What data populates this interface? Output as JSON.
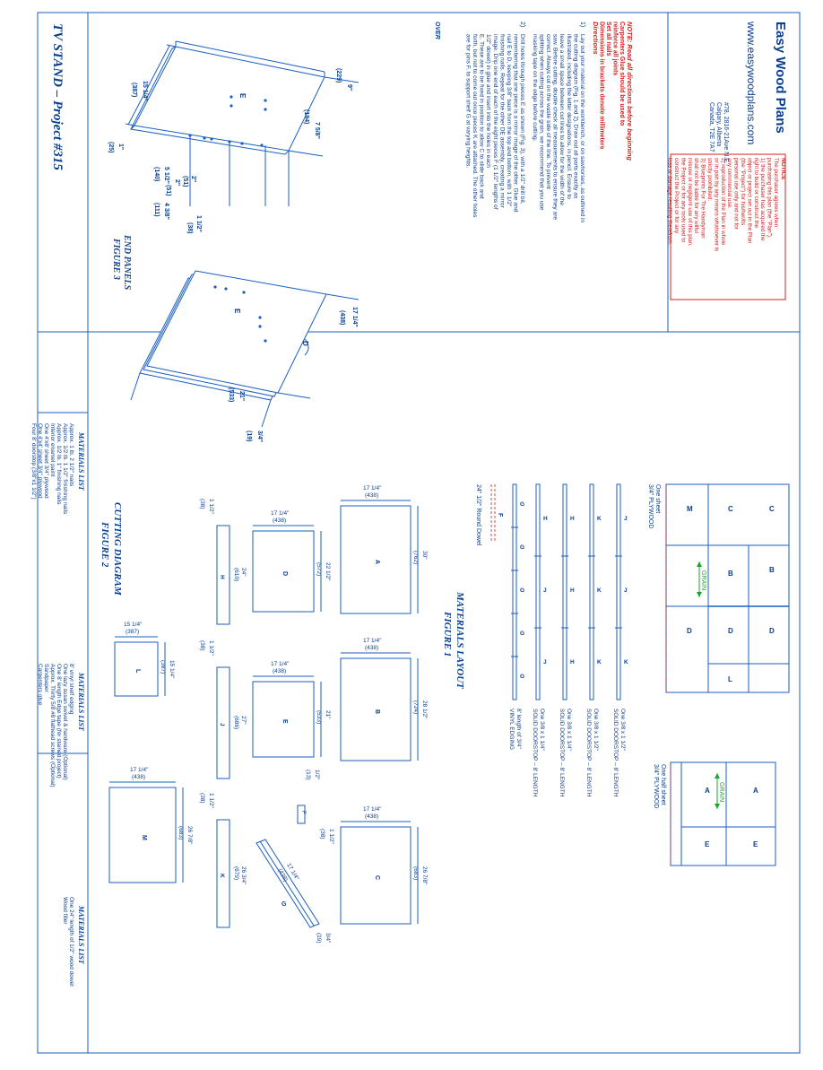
{
  "brand": {
    "name": "Easy Wood Plans",
    "url": "www.easywoodplans.com",
    "address": [
      "#78, 2816-21Ave N.E.",
      "Calgary, Alberta",
      "Canada, T2E 7A7"
    ]
  },
  "notice": {
    "title": "NOTICE",
    "lines": [
      "The purchaser agrees when",
      "purchasing this plan (the \"Plan\"),",
      "1) the purchaser has acquired the",
      "right to build or construct the",
      "object or project set out in the Plan",
      "(the \"Project\") for his/her/its",
      "personal use only and not for",
      "any commercial use.",
      "2) reproduction of the Plan in whole",
      "or in part by any means whatsoever is",
      "strictly prohibited.",
      "3) Blueprints For The Handyman",
      "shall not be liable for any wilful",
      "misuse or negligent use of this plan,",
      "the Project or for any tools used to",
      "construct the Project or for any",
      "loss or damage resulting therefrom."
    ]
  },
  "note": {
    "heading": "NOTE: Read all directions before beginning",
    "lines": [
      "Carpenters Glue should be used to",
      "reinforce all joints",
      "Set all nails",
      "Dimensions in brackets denote millimeters"
    ]
  },
  "directions": {
    "heading": "Directions",
    "steps": [
      {
        "num": "1)",
        "lines": [
          "Lay out your material on the workbench, or on sawhorses, as outlined in",
          "the cutting diagram (Fig. 1 and 2). Draw out all parts exactly as",
          "illustrated, including the letter designations, in pencil. Ensure to",
          "leave a small space between cut lines to allow for the width of the",
          "saw. Before cutting, double check all measurements to ensure they are",
          "correct. Always cut on the waste side of the line. To prevent",
          "splitting when cutting across the grain, we recommend that you use",
          "masking tape on the edge before cutting."
        ]
      },
      {
        "num": "2)",
        "lines": [
          "Drill holes through pieces E as shown (Fig. 3), with a 1/2\" drill bit,",
          "remembering that one piece is a mirror image of the other. Glue and",
          "nail E to D, keeping 3/8\" back from the top and bottom, with 1 1/2\"",
          "finishing nails. Repeat for the other DE assembly, creating a mirror",
          "image. Drip one end of each of the eight pieces F (1 1/2\" lengths of",
          "1/2\" dowel) in glue and insert into the holes in each",
          "E. These are to be fixed in position to allow C to slide back and",
          "forth, but not to come out once pieces K are attached. The other holes",
          "are for pins F, to support shelf G at varying heights."
        ]
      }
    ],
    "over": "OVER"
  },
  "figure3": {
    "title": "END PANELS",
    "subtitle": "FIGURE 3",
    "labels": [
      "E",
      "E",
      "D",
      "9\"",
      "(229)",
      "7 5/8\"",
      "(194)",
      "15 1/4\"",
      "(387)",
      "1\"",
      "(25)",
      "5 1/2\"",
      "(140)",
      "2\"",
      "(51)",
      "2\"",
      "(51)",
      "4 3/8\"",
      "(111)",
      "1 1/2\"",
      "(38)",
      "17 1/4\"",
      "(438)",
      "21\"",
      "(533)",
      "3/4\"",
      "(19)"
    ]
  },
  "title_block": {
    "title": "TV STAND  –  Project #315"
  },
  "materials_layout": {
    "title": "MATERIALS LAYOUT",
    "subtitle": "FIGURE 1",
    "sheet1_label": [
      "One sheet",
      "3/4\" PLYWOOD"
    ],
    "sheet2_label": [
      "One half sheet",
      "3/4\" PLYWOOD"
    ],
    "grain": "GRAIN",
    "sheet1_parts": [
      "C",
      "B",
      "D",
      "M",
      "B",
      "D",
      "C",
      "D",
      "L"
    ],
    "sheet2_parts": [
      "A",
      "A",
      "E",
      "E"
    ],
    "strips": [
      {
        "letters": [
          "J",
          "J",
          "K"
        ],
        "desc": [
          "One 3/8 x 1 1/2\"",
          "SOLID DOORSTOP – 8' LENGTH"
        ]
      },
      {
        "letters": [
          "K",
          "K",
          "K"
        ],
        "desc": [
          "One 3/8 x 1 1/2\"",
          "SOLID DOORSTOP – 8' LENGTH"
        ]
      },
      {
        "letters": [
          "H",
          "H",
          "H"
        ],
        "desc": [
          "One 3/8 x 1 1/4\"",
          "SOLID DOORSTOP – 8' LENGTH"
        ]
      },
      {
        "letters": [
          "H",
          "J",
          "J"
        ],
        "desc": [
          "One 3/8 x 1 1/4\"",
          "SOLID DOORSTOP – 8' LENGTH"
        ]
      },
      {
        "letters": [
          "G",
          "G",
          "G",
          "G",
          "G"
        ],
        "desc": [
          "8' length of 3/4\"",
          "VINYL EDGING"
        ]
      }
    ],
    "dowel": [
      "F",
      "24\" 1/2\" Round Dowel"
    ]
  },
  "cutting_diagram": {
    "title": "CUTTING DIAGRAM",
    "subtitle": "FIGURE 2",
    "labels": [
      "A",
      "17 1/4\"",
      "(438)",
      "30\"",
      "(762)",
      "B",
      "17 1/4\"",
      "(438)",
      "28 1/2\"",
      "(724)",
      "C",
      "17 1/4\"",
      "(438)",
      "26 7/8\"",
      "(683)",
      "D",
      "17 1/4\"",
      "(438)",
      "22 1/2\"",
      "(572)",
      "E",
      "17 1/4\"",
      "(438)",
      "21\"",
      "(533)",
      "F",
      "1/2\"",
      "(13)",
      "1 1/2\"",
      "(38)",
      "H",
      "1 1/2\"",
      "(38)",
      "24\"",
      "(610)",
      "J",
      "1 1/2\"",
      "(38)",
      "27\"",
      "(686)",
      "K",
      "1 1/2\"",
      "(38)",
      "26 3/4\"",
      "(679)",
      "G",
      "17 1/4\"",
      "(438)",
      "3/4\"",
      "(19)",
      "L",
      "15 1/4\"",
      "(387)",
      "15 1/4\"",
      "(387)",
      "M",
      "17 1/4\"",
      "(438)",
      "26 7/8\"",
      "(683)"
    ]
  },
  "materials_lists": [
    {
      "title": "MATERIALS LIST",
      "lines": [
        "Approx. 1 lb. 2 1/2\" nails",
        "Approx. 1/2 lb. 1 1/2\" finishing nails",
        "Approx. 1/2 lb. 1\" finishing nails",
        "Interior enamel paint",
        "One 4'x8' sheet 3/4\" plywood",
        "One 4'x4' sheet 3/4\" plywood",
        "Four 8' doorstop (3/8\"x1 1/2\")"
      ]
    },
    {
      "title": "MATERIALS LIST",
      "lines": [
        "8' vinyl shelf edging",
        "One lazy susan swivel & hardware (Optional)",
        "One 8' length Edge tape (for stained project)",
        "Approx. Thirty 5/8 #8 flathead screws (Optional)",
        "Sandpaper",
        "Carpenters glue"
      ]
    },
    {
      "title": "MATERIALS LIST",
      "lines": [
        "One 24\" length of 1/2\" wood dowel",
        "Wood filler"
      ]
    }
  ]
}
